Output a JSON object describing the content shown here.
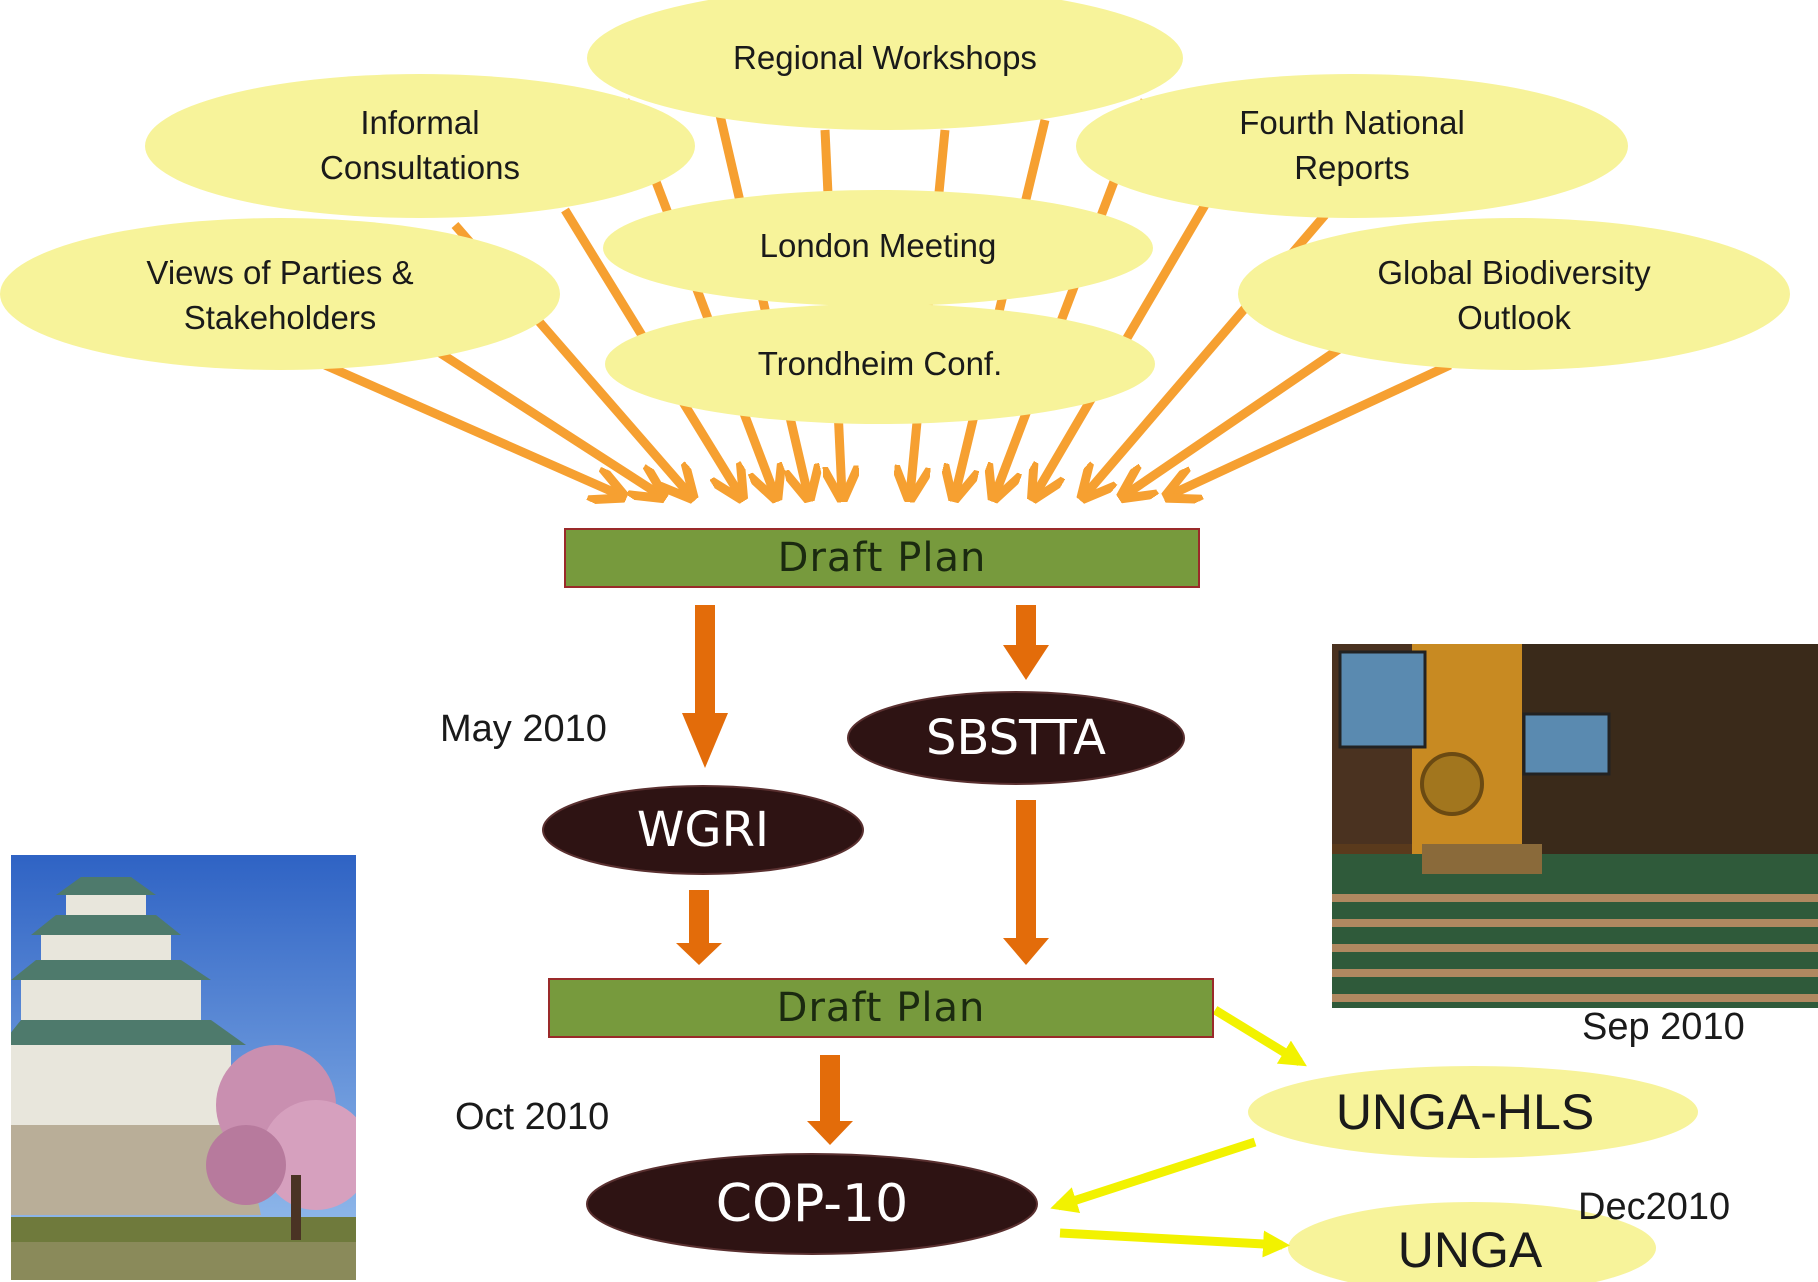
{
  "inputs": {
    "regional_workshops": "Regional Workshops",
    "informal_consultations": [
      "Informal",
      "Consultations"
    ],
    "fourth_national_reports": [
      "Fourth National",
      "Reports"
    ],
    "london_meeting": "London Meeting",
    "views_of_parties": [
      "Views of Parties &",
      "Stakeholders"
    ],
    "global_biodiversity_outlook": [
      "Global Biodiversity",
      "Outlook"
    ],
    "trondheim_conf": "Trondheim Conf."
  },
  "plan_top": "Draft Plan",
  "plan_bottom": "Draft Plan",
  "meetings": {
    "sbstta": "SBSTTA",
    "wgri": "WGRI",
    "cop10": "COP-10"
  },
  "dates": {
    "may_2010": "May 2010",
    "oct_2010": "Oct 2010",
    "sep_2010": "Sep 2010",
    "dec_2010": "Dec2010"
  },
  "outputs": {
    "unga_hls": "UNGA-HLS",
    "unga": "UNGA"
  },
  "images": {
    "left": "castle-with-cherry-blossoms",
    "right": "un-general-assembly-hall"
  },
  "colors": {
    "ellipse_fill": "#f7f39a",
    "dark_ellipse": "#2e1313",
    "plan_fill": "#779a3d",
    "fan_arrow": "#f6a031",
    "flow_arrow": "#e36c0a",
    "unga_arrow": "#f2f200"
  }
}
